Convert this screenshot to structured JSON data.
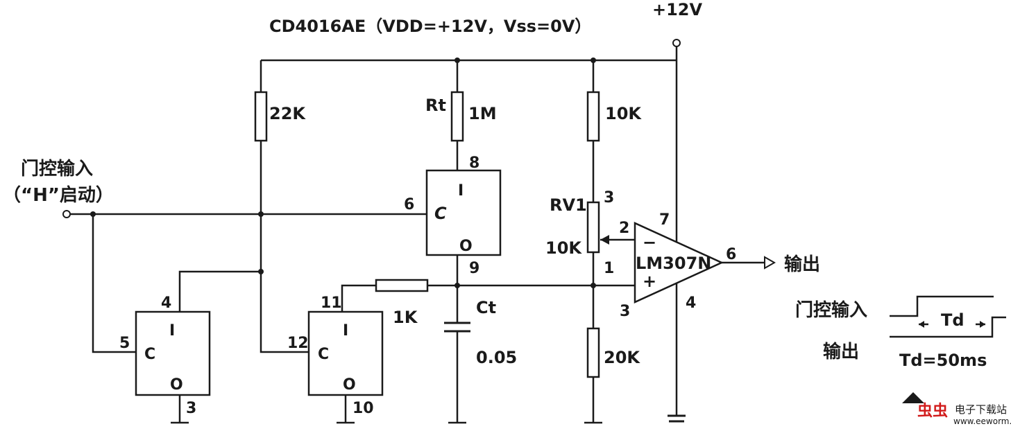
{
  "title": "CD4016AE（VDD=+12V，Vss=0V）",
  "supply_label": "+12V",
  "gate_input": {
    "line1": "门控输入",
    "line2": "（“H”启动）"
  },
  "output_label": "输出",
  "resistors": {
    "r22k": "22K",
    "rt_name": "Rt",
    "rt_value": "1M",
    "r10k_top": "10K",
    "rv1_name": "RV1",
    "rv1_value": "10K",
    "r20k": "20K",
    "r1k": "1K"
  },
  "capacitor": {
    "name": "Ct",
    "value": "0.05"
  },
  "opamp": {
    "name": "LM307N",
    "minus": "−",
    "plus": "+"
  },
  "switch_labels": {
    "control": "C",
    "input": "I",
    "output": "O"
  },
  "pins": {
    "s1_ctrl": "6",
    "s1_in": "8",
    "s1_out": "9",
    "s2_ctrl": "5",
    "s2_in": "4",
    "s2_out": "3",
    "s3_ctrl": "12",
    "s3_in": "11",
    "s3_out": "10",
    "rv1_top": "3",
    "rv1_wiper": "1",
    "op_inv": "2",
    "op_vplus": "7",
    "op_out": "6",
    "op_noninv": "3",
    "op_vminus": "4"
  },
  "timing": {
    "gate_label": "门控输入",
    "out_label": "输出",
    "td": "Td",
    "td_value": "Td=50ms"
  },
  "watermark": {
    "brand": "虫虫",
    "site": "电子下载站",
    "url": "www.eeworm.com"
  }
}
